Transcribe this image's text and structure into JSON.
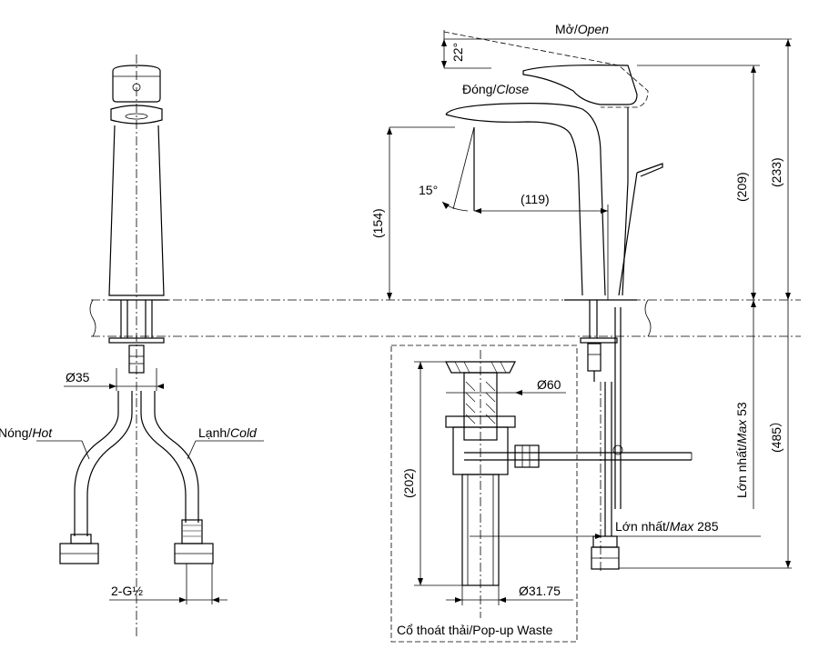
{
  "labels": {
    "open_vi": "Mở/",
    "open_en": "Open",
    "close_vi": "Đóng/",
    "close_en": "Close",
    "angle_22": "22°",
    "angle_15": "15°",
    "dim_119": "(119)",
    "dim_154": "(154)",
    "dim_209": "(209)",
    "dim_233": "(233)",
    "dim_485": "(485）",
    "max53_vi": "Lớn nhất/",
    "max53_en": "Max",
    "max53_val": " 53",
    "max285_vi": "Lớn nhất/",
    "max285_en": "Max",
    "max285_val": " 285",
    "dim_d35": "Ø35",
    "dim_d60": "Ø60",
    "dim_202": "(202)",
    "dim_d3175": "Ø31.75",
    "hot_vi": "Nóng/",
    "hot_en": "Hot",
    "cold_vi": "Lạnh/",
    "cold_en": "Cold",
    "thread": "2-G½",
    "popup": "Cổ thoát thải/Pop-up Waste"
  }
}
